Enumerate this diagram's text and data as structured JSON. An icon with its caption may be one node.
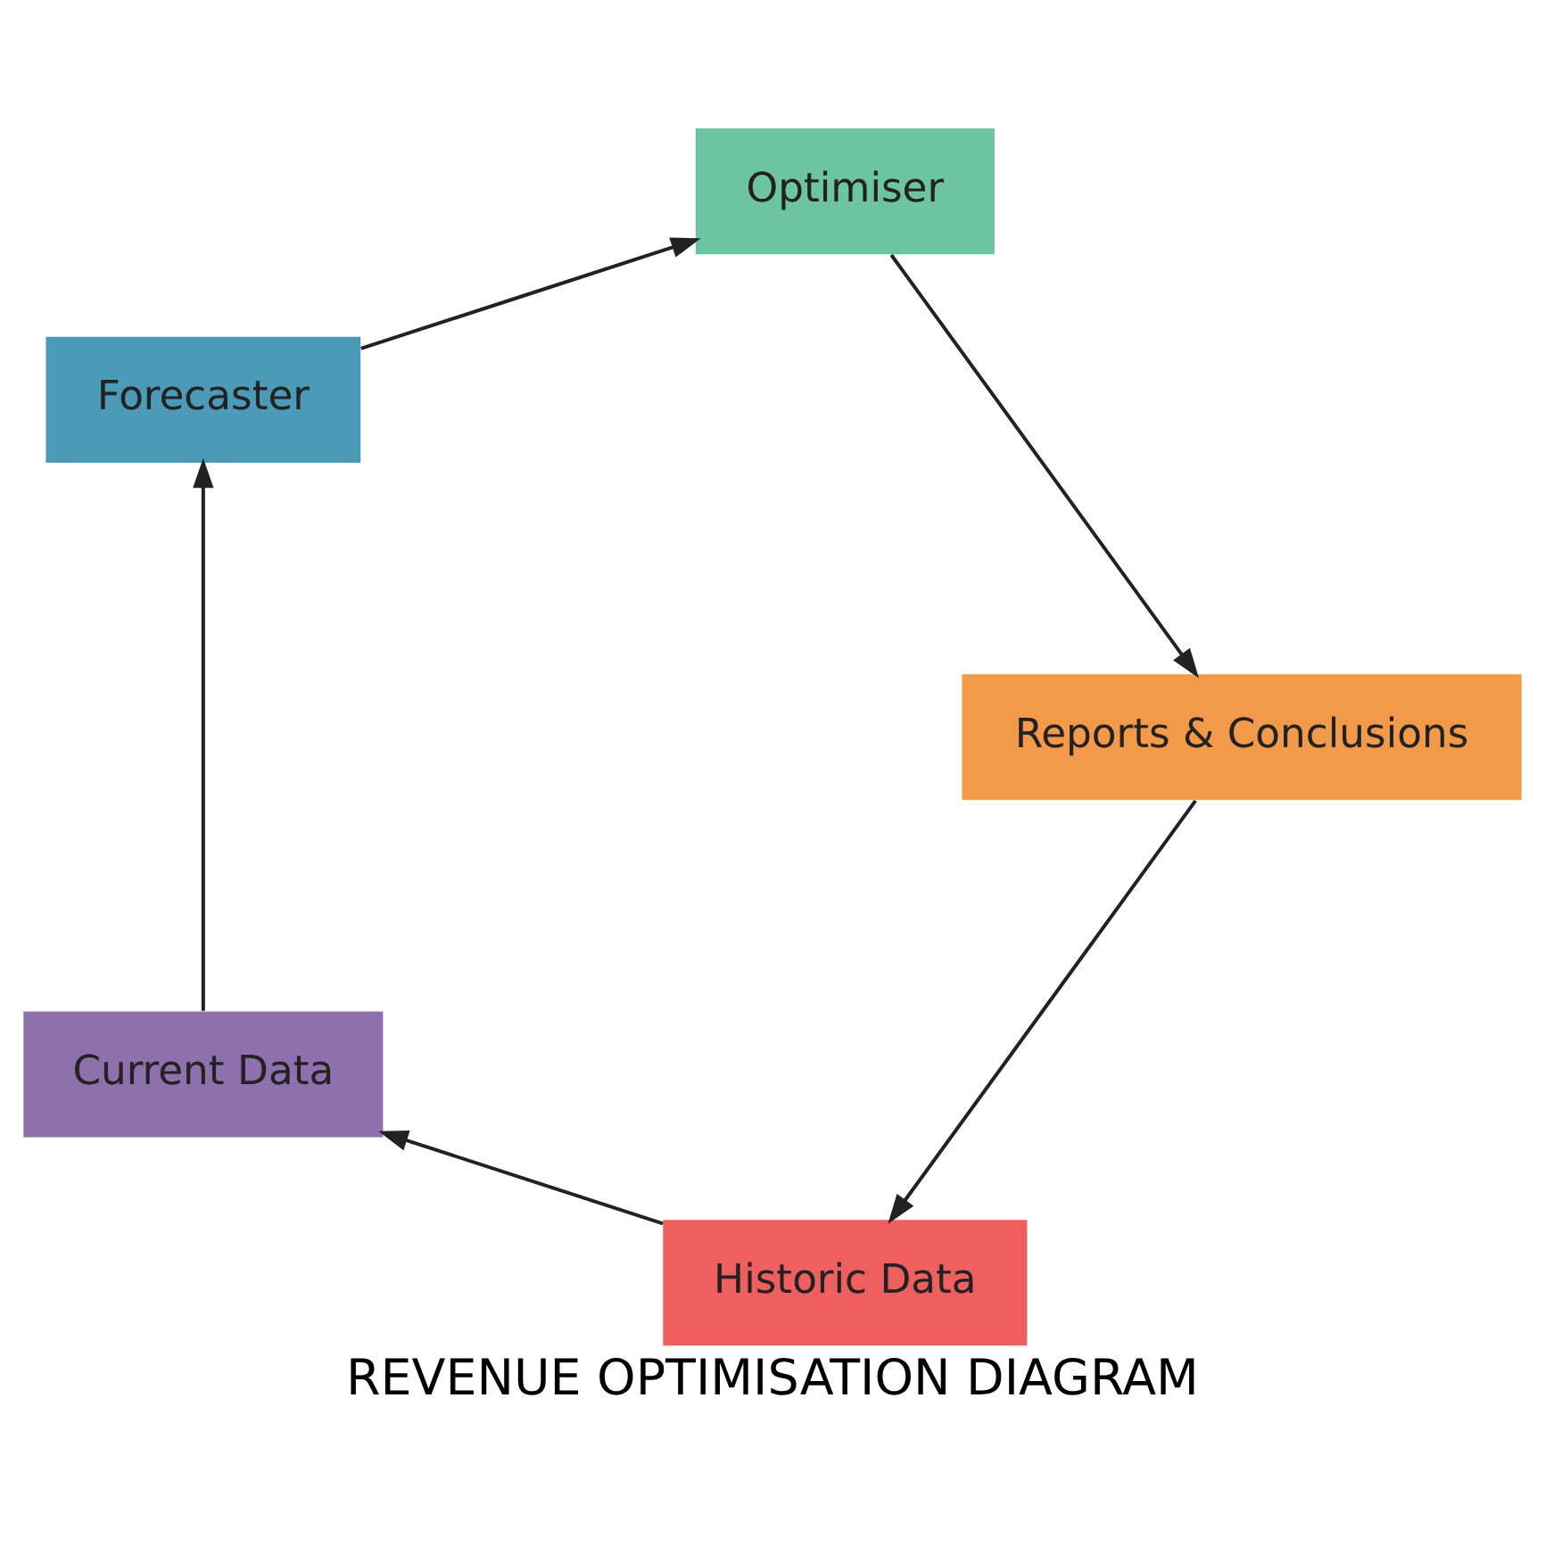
{
  "diagram": {
    "title": "REVENUE OPTIMISATION DIAGRAM",
    "nodes": [
      {
        "text": [
          "Historic Data"
        ]
      },
      {
        "text": [
          "Current Data"
        ]
      },
      {
        "text": [
          "Forecaster"
        ]
      },
      {
        "text": [
          "Optimiser"
        ]
      },
      {
        "text": [
          "Reports & Conclusions"
        ]
      }
    ],
    "edges": [
      {
        "from": 0,
        "to": 1,
        "arrow": "to"
      },
      {
        "from": 1,
        "to": 2,
        "arrow": "to"
      },
      {
        "from": 2,
        "to": 3,
        "arrow": "to"
      },
      {
        "from": 3,
        "to": 4,
        "arrow": "to"
      },
      {
        "from": 4,
        "to": 0,
        "arrow": "to"
      }
    ]
  }
}
